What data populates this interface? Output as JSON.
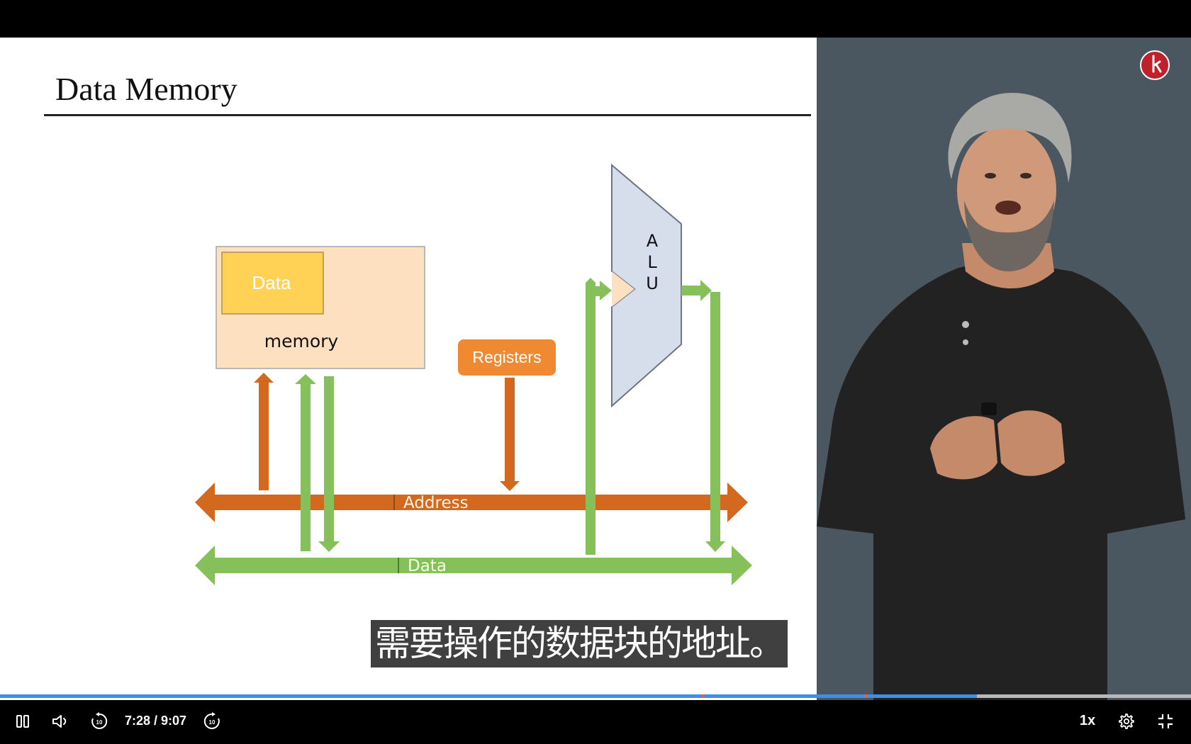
{
  "slide": {
    "title": "Data Memory",
    "labels": {
      "memory": "memory",
      "data_block": "Data",
      "registers": "Registers",
      "alu_a": "A",
      "alu_l": "L",
      "alu_u": "U",
      "address_bus": "Address",
      "data_bus": "Data"
    }
  },
  "subtitle": "需要操作的数据块的地址。",
  "player": {
    "current_time": "7:28",
    "duration": "9:07",
    "time_text": "7:28 / 9:07",
    "speed": "1x",
    "progress": 0.82,
    "rewind_seconds": "10",
    "forward_seconds": "10"
  },
  "icons": {
    "pause": "pause-icon",
    "volume": "volume-icon",
    "rewind": "rewind-10-icon",
    "forward": "forward-10-icon",
    "settings": "gear-icon",
    "fullscreen": "exit-fullscreen-icon",
    "logo": "channel-logo-icon"
  },
  "colors": {
    "address_bus": "#d2691e",
    "data_bus": "#86c05a",
    "memory_box": "#fde0c0",
    "data_cell": "#ffd256",
    "registers": "#ef8a33",
    "alu": "#d6deec",
    "progress": "#3f8ee8",
    "presenter_bg": "#4a5660"
  }
}
